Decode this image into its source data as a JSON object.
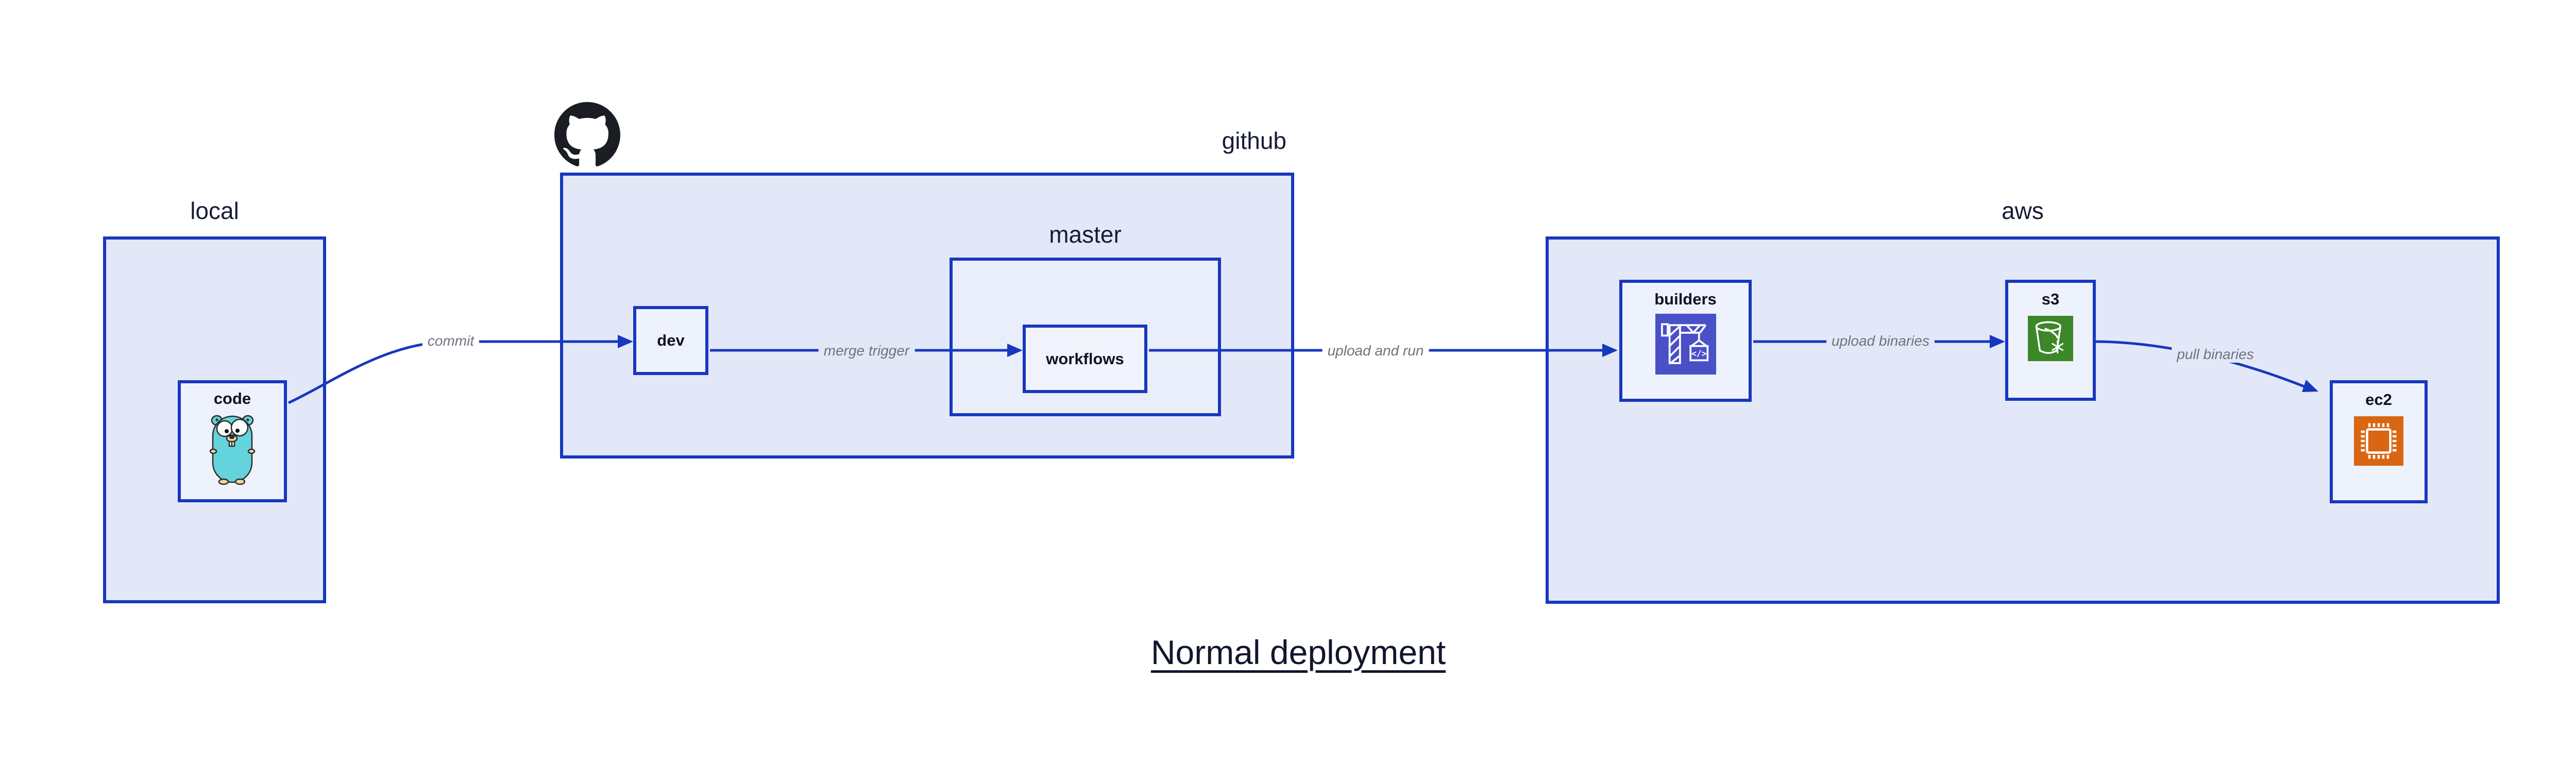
{
  "title": {
    "text": "Normal deployment"
  },
  "groups": [
    {
      "id": "local",
      "label": "local"
    },
    {
      "id": "github",
      "label": "github"
    },
    {
      "id": "master",
      "label": "master"
    },
    {
      "id": "aws",
      "label": "aws"
    }
  ],
  "nodes": [
    {
      "id": "code",
      "label": "code",
      "icon": "go-gopher-icon"
    },
    {
      "id": "dev",
      "label": "dev"
    },
    {
      "id": "workflows",
      "label": "workflows"
    },
    {
      "id": "builders",
      "label": "builders",
      "icon": "codebuild-crane-icon"
    },
    {
      "id": "s3",
      "label": "s3",
      "icon": "s3-bucket-snowflake-icon"
    },
    {
      "id": "ec2",
      "label": "ec2",
      "icon": "ec2-chip-icon"
    }
  ],
  "edges": [
    {
      "id": "commit",
      "label": "commit",
      "from": "code",
      "to": "dev"
    },
    {
      "id": "merge-trigger",
      "label": "merge trigger",
      "from": "dev",
      "to": "workflows"
    },
    {
      "id": "upload-and-run",
      "label": "upload and run",
      "from": "workflows",
      "to": "builders"
    },
    {
      "id": "upload-binaries",
      "label": "upload binaries",
      "from": "builders",
      "to": "s3"
    },
    {
      "id": "pull-binaries",
      "label": "pull binaries",
      "from": "s3",
      "to": "ec2"
    }
  ],
  "icons": {
    "octocat": "github-octocat-icon",
    "codebuild_glyph": "</>"
  },
  "colors": {
    "accent_blue": "#1837bf",
    "group_fill": "#e3e8f9",
    "node_fill": "#eef2fc",
    "edge_label_gray": "#6d7380",
    "text_dark": "#10142c",
    "builders_icon_bg": "#4a50c8",
    "s3_icon_bg": "#3c8727",
    "ec2_icon_bg": "#d86613",
    "gopher_teal": "#63d3dc",
    "octocat_black": "#1a1e22"
  }
}
